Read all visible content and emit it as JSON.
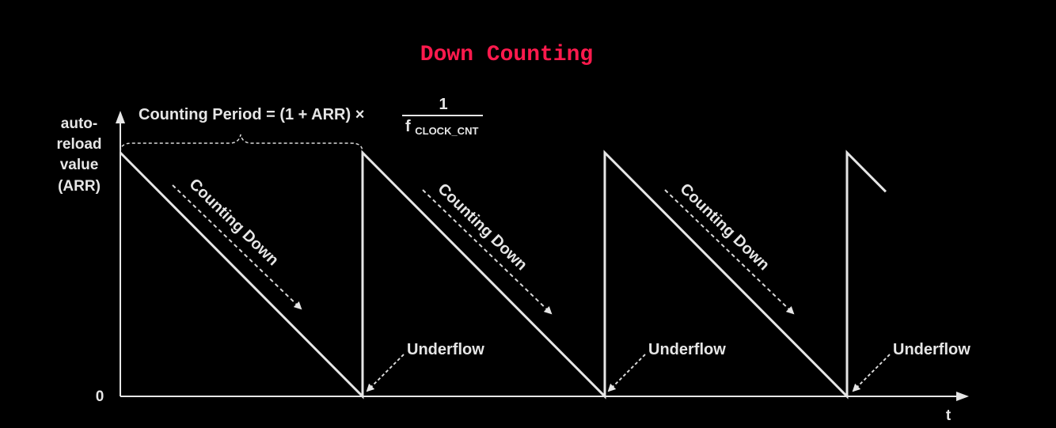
{
  "title": "Down Counting",
  "y_axis_label": [
    "auto-",
    "reload",
    "value",
    "(ARR)"
  ],
  "y_zero_label": "0",
  "x_axis_label": "t",
  "period_formula": {
    "text": "Counting Period = (1 + ARR) ×",
    "numerator": "1",
    "denominator_main": "f",
    "denominator_sub": "CLOCK_CNT"
  },
  "direction_label": "Counting Down",
  "event_label": "Underflow",
  "colors": {
    "background": "#000000",
    "title": "#ff1a4d",
    "foreground": "#e6e6e6"
  },
  "chart_data": {
    "type": "line",
    "title": "Down Counting",
    "xlabel": "t",
    "ylabel": "auto-reload value (ARR)",
    "cycles": 4,
    "last_cycle_fraction": 0.16,
    "y_levels": [
      "0",
      "ARR"
    ],
    "annotations": [
      "Counting Down",
      "Counting Down",
      "Counting Down",
      "Underflow",
      "Underflow",
      "Underflow"
    ]
  }
}
